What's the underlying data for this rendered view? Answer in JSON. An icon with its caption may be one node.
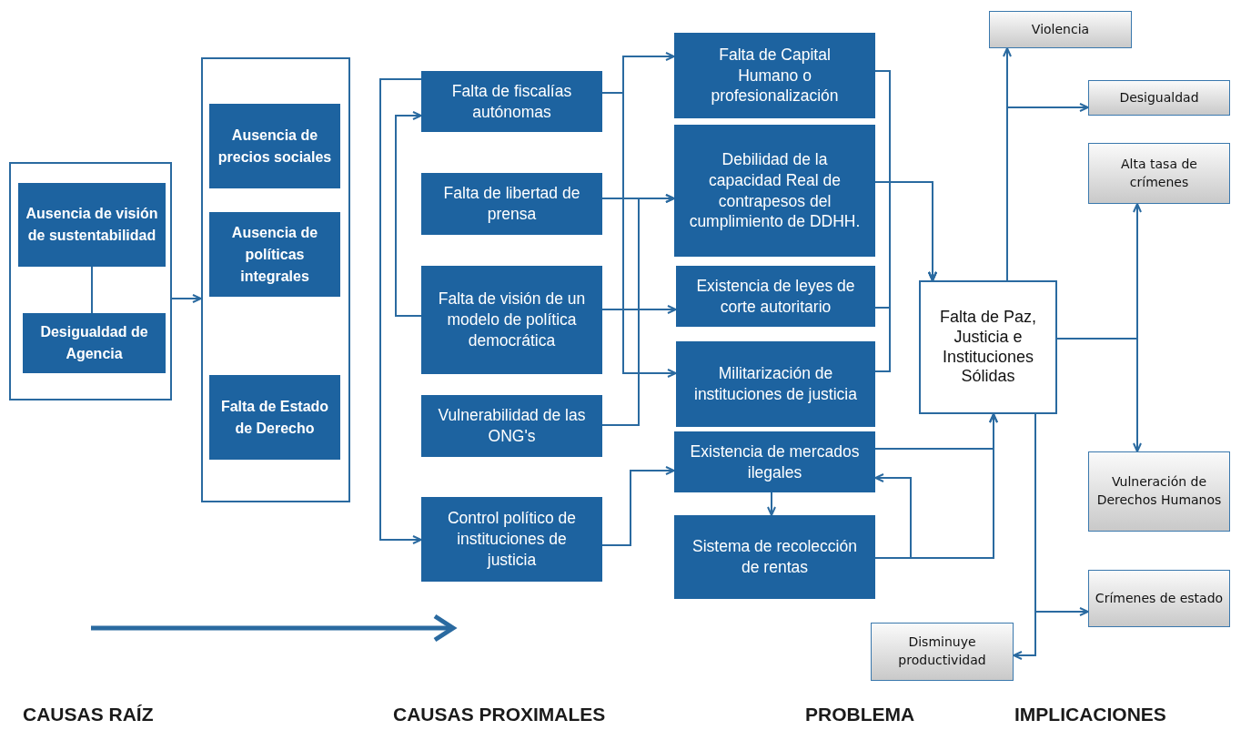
{
  "diagram": {
    "nodes": [
      {
        "text": [],
        "shape": "box"
      },
      {
        "text": [
          "Ausencia de visión de sustentabilidad"
        ],
        "in": 0
      },
      {
        "text": [
          "Desigualdad de Agencia"
        ],
        "in": 0
      },
      {
        "text": [],
        "shape": "box"
      },
      {
        "text": [
          "Ausencia de precios sociales"
        ],
        "in": 3
      },
      {
        "text": [
          "Ausencia de políticas integrales"
        ],
        "in": 3
      },
      {
        "text": [
          "Falta de Estado de Derecho"
        ],
        "in": 3
      },
      {
        "text": [
          "Falta de fiscalías autónomas"
        ]
      },
      {
        "text": [
          "Falta de libertad de prensa"
        ]
      },
      {
        "text": [
          "Falta de visión de un modelo de política democrática"
        ]
      },
      {
        "text": [
          "Vulnerabilidad de las ONG's"
        ]
      },
      {
        "text": [
          "Control político de instituciones de justicia"
        ]
      },
      {
        "text": [
          "Falta de Capital Humano o profesionalización"
        ]
      },
      {
        "text": [
          "Debilidad de la capacidad Real de contrapesos del cumplimiento de DDHH."
        ]
      },
      {
        "text": [
          "Existencia de leyes de corte autoritario"
        ]
      },
      {
        "text": [
          "Militarización de instituciones de justicia"
        ]
      },
      {
        "text": [
          "Existencia de mercados ilegales"
        ]
      },
      {
        "text": [
          "Sistema de recolección de rentas"
        ]
      },
      {
        "text": [
          "Falta de Paz, Justicia e Instituciones Sólidas"
        ]
      },
      {
        "text": [
          "Violencia"
        ]
      },
      {
        "text": [
          "Desigualdad"
        ]
      },
      {
        "text": [
          "Alta tasa de crímenes"
        ]
      },
      {
        "text": [
          "Vulneración de Derechos Humanos"
        ]
      },
      {
        "text": [
          "Crímenes de estado"
        ]
      },
      {
        "text": [
          "Disminuye productividad"
        ]
      }
    ],
    "edges": [
      {
        "from": 1,
        "to": 2,
        "arrow": "none"
      },
      {
        "from": 0,
        "to": 3,
        "arrow": "to"
      },
      {
        "from": 9,
        "to": 7,
        "arrow": "to"
      },
      {
        "from": 7,
        "to": 11,
        "arrow": "to"
      },
      {
        "from": 7,
        "to": 12,
        "arrow": "to"
      },
      {
        "from": 7,
        "to": 15,
        "arrow": "to"
      },
      {
        "from": 8,
        "to": 13,
        "arrow": "to"
      },
      {
        "from": 10,
        "to": 13,
        "arrow": "to"
      },
      {
        "from": 9,
        "to": 14,
        "arrow": "to"
      },
      {
        "from": 11,
        "to": 16,
        "arrow": "to"
      },
      {
        "from": 12,
        "to": 18,
        "arrow": "to"
      },
      {
        "from": 13,
        "to": 18,
        "arrow": "to"
      },
      {
        "from": 14,
        "to": 18,
        "arrow": "to"
      },
      {
        "from": 15,
        "to": 18,
        "arrow": "to"
      },
      {
        "from": 16,
        "to": 17,
        "arrow": "to"
      },
      {
        "from": 16,
        "to": 18,
        "arrow": "to"
      },
      {
        "from": 17,
        "to": 18,
        "arrow": "to"
      },
      {
        "from": 17,
        "to": 16,
        "arrow": "to"
      },
      {
        "from": 18,
        "to": 19,
        "arrow": "to"
      },
      {
        "from": 18,
        "to": 20,
        "arrow": "to"
      },
      {
        "from": 18,
        "to": 21,
        "arrow": "to"
      },
      {
        "from": 18,
        "to": 22,
        "arrow": "to"
      },
      {
        "from": 18,
        "to": 23,
        "arrow": "to"
      },
      {
        "from": 18,
        "to": 24,
        "arrow": "to"
      }
    ],
    "labels": [
      "CAUSAS RAÍZ",
      "CAUSAS PROXIMALES",
      "PROBLEMA",
      "IMPLICACIONES"
    ]
  }
}
